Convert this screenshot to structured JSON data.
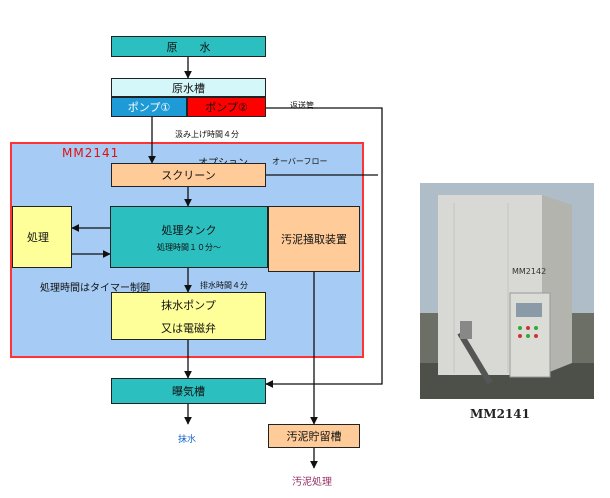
{
  "nodes": {
    "raw_water": "原　　水",
    "raw_tank": "原水槽",
    "pump1": "ポンプ①",
    "pump2": "ポンプ②",
    "screen": "スクリーン",
    "processing": "処理",
    "treatment_tank": "処理タンク",
    "treatment_time": "処理時間１０分～",
    "sludge_collector": "汚泥掻取装置",
    "drain_pump_line1": "抹水ポンプ",
    "drain_pump_line2": "又は電磁弁",
    "aeration_tank": "曝気槽",
    "sludge_storage": "汚泥貯留槽"
  },
  "labels": {
    "pump_time": "汲み上げ時間４分",
    "return_pipe": "返送管",
    "option": "オプション",
    "overflow": "オーバーフロー",
    "timer_control": "処理時間はタイマー制御",
    "drain_time": "排水時間４分",
    "discharge": "抹水",
    "sludge_treatment": "汚泥処理"
  },
  "system_label": "MM2141",
  "photo": {
    "plate": "MM2142",
    "caption": "MM2141"
  },
  "colors": {
    "teal": "#2bbfc0",
    "system_frame": "#ff3333",
    "system_bg": "#a6ccf5",
    "yellow": "#ffff99",
    "peach": "#ffcc99",
    "pump2_red": "#ff0000",
    "pump1_blue": "#1e9ad6",
    "caption_blue": "#1a66cc",
    "caption_purple": "#993366"
  }
}
